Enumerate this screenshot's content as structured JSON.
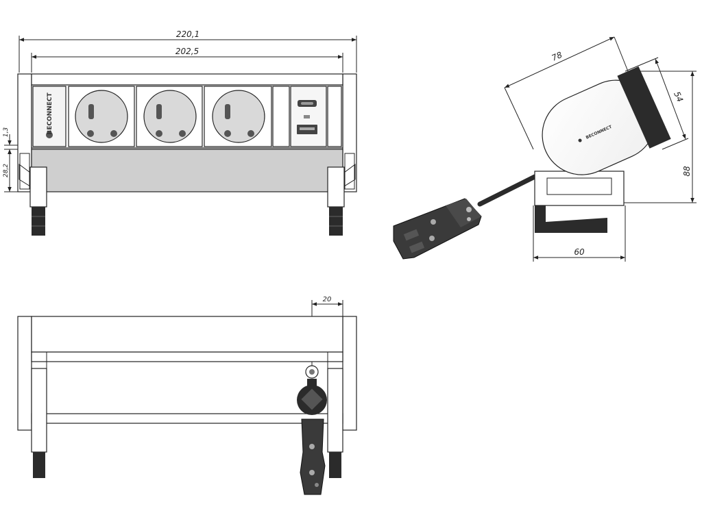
{
  "dimensions": {
    "overall_width": "220,1",
    "inner_width": "202,5",
    "gap_height": "1,3",
    "body_height": "28,2",
    "side_depth": "78",
    "head_width": "54",
    "side_height": "88",
    "base_depth": "60",
    "connector_offset": "20"
  },
  "brand": {
    "logo_text_front": "BECONNECT",
    "logo_text_side": "BECONNECT"
  },
  "colors": {
    "line": "#222222",
    "housing_grey": "#cfcfcf",
    "dark_part": "#2b2b2b",
    "socket_grey": "#d9d9d9"
  }
}
